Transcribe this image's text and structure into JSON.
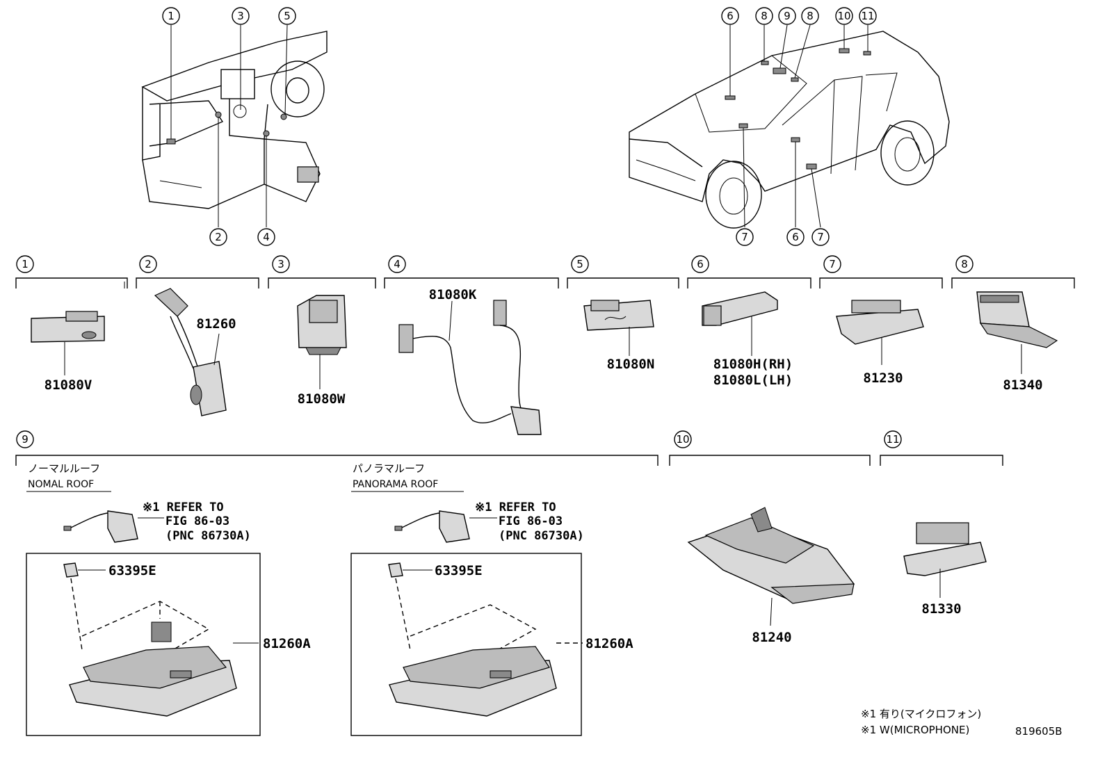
{
  "callouts": {
    "c1": "1",
    "c2": "2",
    "c3": "3",
    "c4": "4",
    "c5": "5",
    "c6": "6",
    "c7": "7",
    "c8": "8",
    "c9": "9",
    "c10": "10",
    "c11": "11"
  },
  "parts": {
    "p1": "81080V",
    "p2": "81260",
    "p3": "81080W",
    "p4": "81080K",
    "p5": "81080N",
    "p6a": "81080H(RH)",
    "p6b": "81080L(LH)",
    "p7": "81230",
    "p8": "81340",
    "p9a": "63395E",
    "p9b": "81260A",
    "p10": "81240",
    "p11": "81330"
  },
  "roof": {
    "normal_jp": "ノーマルルーフ",
    "normal_en": "NOMAL ROOF",
    "pano_jp": "パノラマルーフ",
    "pano_en": "PANORAMA ROOF"
  },
  "refer_note": {
    "line1": "※1 REFER TO",
    "line2": "FIG 86-03",
    "line3": "(PNC 86730A)"
  },
  "footnote": {
    "jp": "※1 有り(マイクロフォン)",
    "en": "※1 W(MICROPHONE)",
    "drawing_id": "819605B"
  }
}
